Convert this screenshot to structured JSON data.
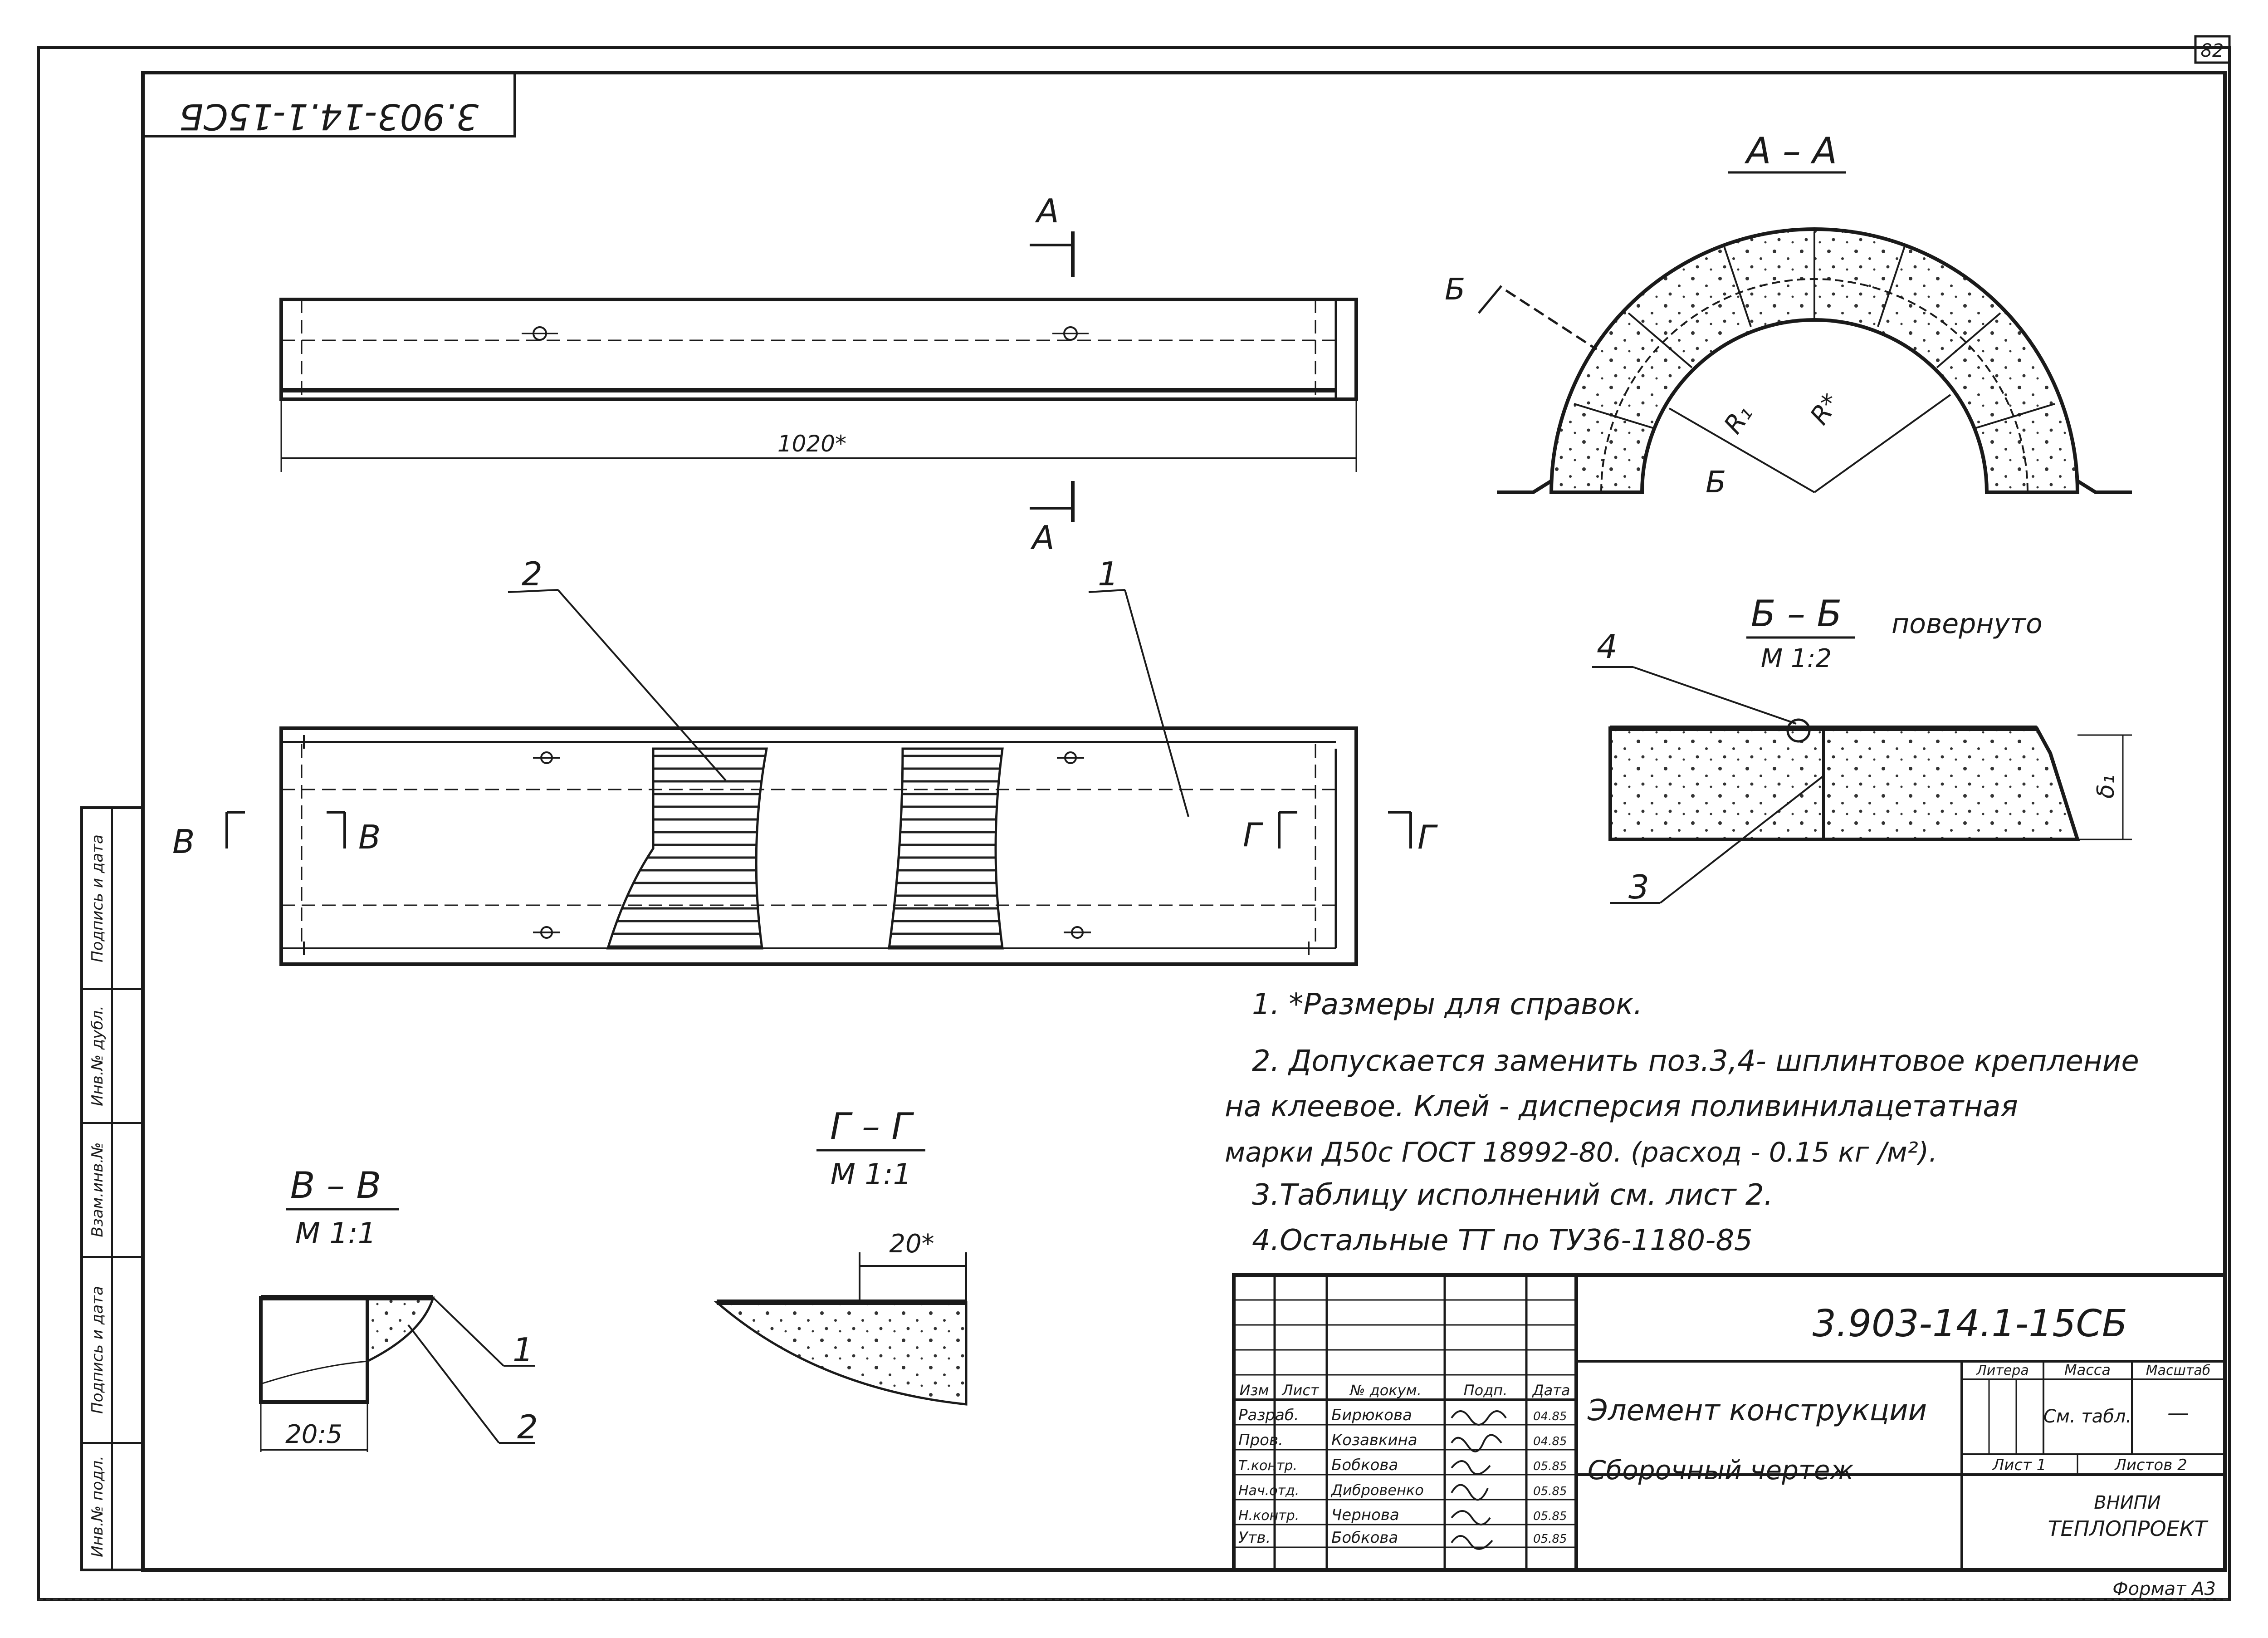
{
  "sheet": {
    "page_number": "82",
    "mirrored_code": "3.903-14.1-15СБ",
    "format_label": "Формат А3"
  },
  "views": {
    "section_aa": "А – А",
    "cut_a_top": "А",
    "cut_a_bottom": "А",
    "dim_length": "1020*",
    "section_bb_title": "Б – Б",
    "section_bb_scale": "М 1:2",
    "section_bb_note": "повернуто",
    "section_vv_title": "В – В",
    "section_vv_scale": "М 1:1",
    "section_gg_title": "Г – Г",
    "section_gg_scale": "М 1:1",
    "dim_20star": "20*",
    "dim_20_5": "20:5",
    "label_b": "Б",
    "label_r1": "R₁",
    "label_r": "R*",
    "label_delta1": "δ₁",
    "cut_v_left": "В",
    "cut_v_right": "В",
    "cut_g_left": "Г",
    "cut_g_right": "Г",
    "callouts": [
      "1",
      "2",
      "3",
      "4",
      "1",
      "2"
    ]
  },
  "notes": [
    "1. *Размеры для справок.",
    "2. Допускается заменить поз.3,4- шплинтовое крепление",
    "на клеевое. Клей - дисперсия поливинилацетатная",
    "марки Д50с ГОСТ 18992-80. (расход - 0.15 кг /м²).",
    "3.Таблицу исполнений см. лист 2.",
    "4.Остальные ТТ по ТУ36-1180-85"
  ],
  "side_stamp": [
    "Инв.№ подл.",
    "Подпись и дата",
    "Взам.инв.№",
    "Инв.№ дубл.",
    "Подпись и дата"
  ],
  "title_block": {
    "doc_number": "3.903-14.1-15СБ",
    "title_line1": "Элемент конструкции",
    "title_line2": "Сборочный чертеж",
    "head": [
      "Изм",
      "Лист",
      "№ докум.",
      "Подп.",
      "Дата"
    ],
    "roles": [
      {
        "role": "Разраб.",
        "name": "Бирюкова",
        "date": "04.85"
      },
      {
        "role": "Пров.",
        "name": "Козавкина",
        "date": "04.85"
      },
      {
        "role": "Т.контр.",
        "name": "Бобкова",
        "date": "05.85"
      },
      {
        "role": "Нач.отд.",
        "name": "Дибровенко",
        "date": "05.85"
      },
      {
        "role": "Н.контр.",
        "name": "Чернова",
        "date": "05.85"
      },
      {
        "role": "Утв.",
        "name": "Бобкова",
        "date": "05.85"
      }
    ],
    "litera_label": "Литера",
    "mass_label": "Масса",
    "scale_label": "Масштаб",
    "mass_value": "См. табл.",
    "scale_value": "—",
    "sheet_label": "Лист 1",
    "sheets_label": "Листов 2",
    "org_line1": "ВНИПИ",
    "org_line2": "ТЕПЛОПРОЕКТ"
  }
}
